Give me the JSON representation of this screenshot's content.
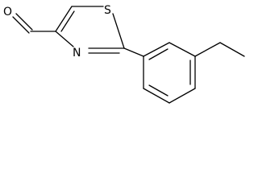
{
  "molecule": {
    "atoms": {
      "oxygen": "O",
      "sulfur": "S",
      "nitrogen": "N"
    },
    "colors": {
      "bond": "#000000",
      "label": "#000000",
      "background": "#ffffff"
    }
  }
}
